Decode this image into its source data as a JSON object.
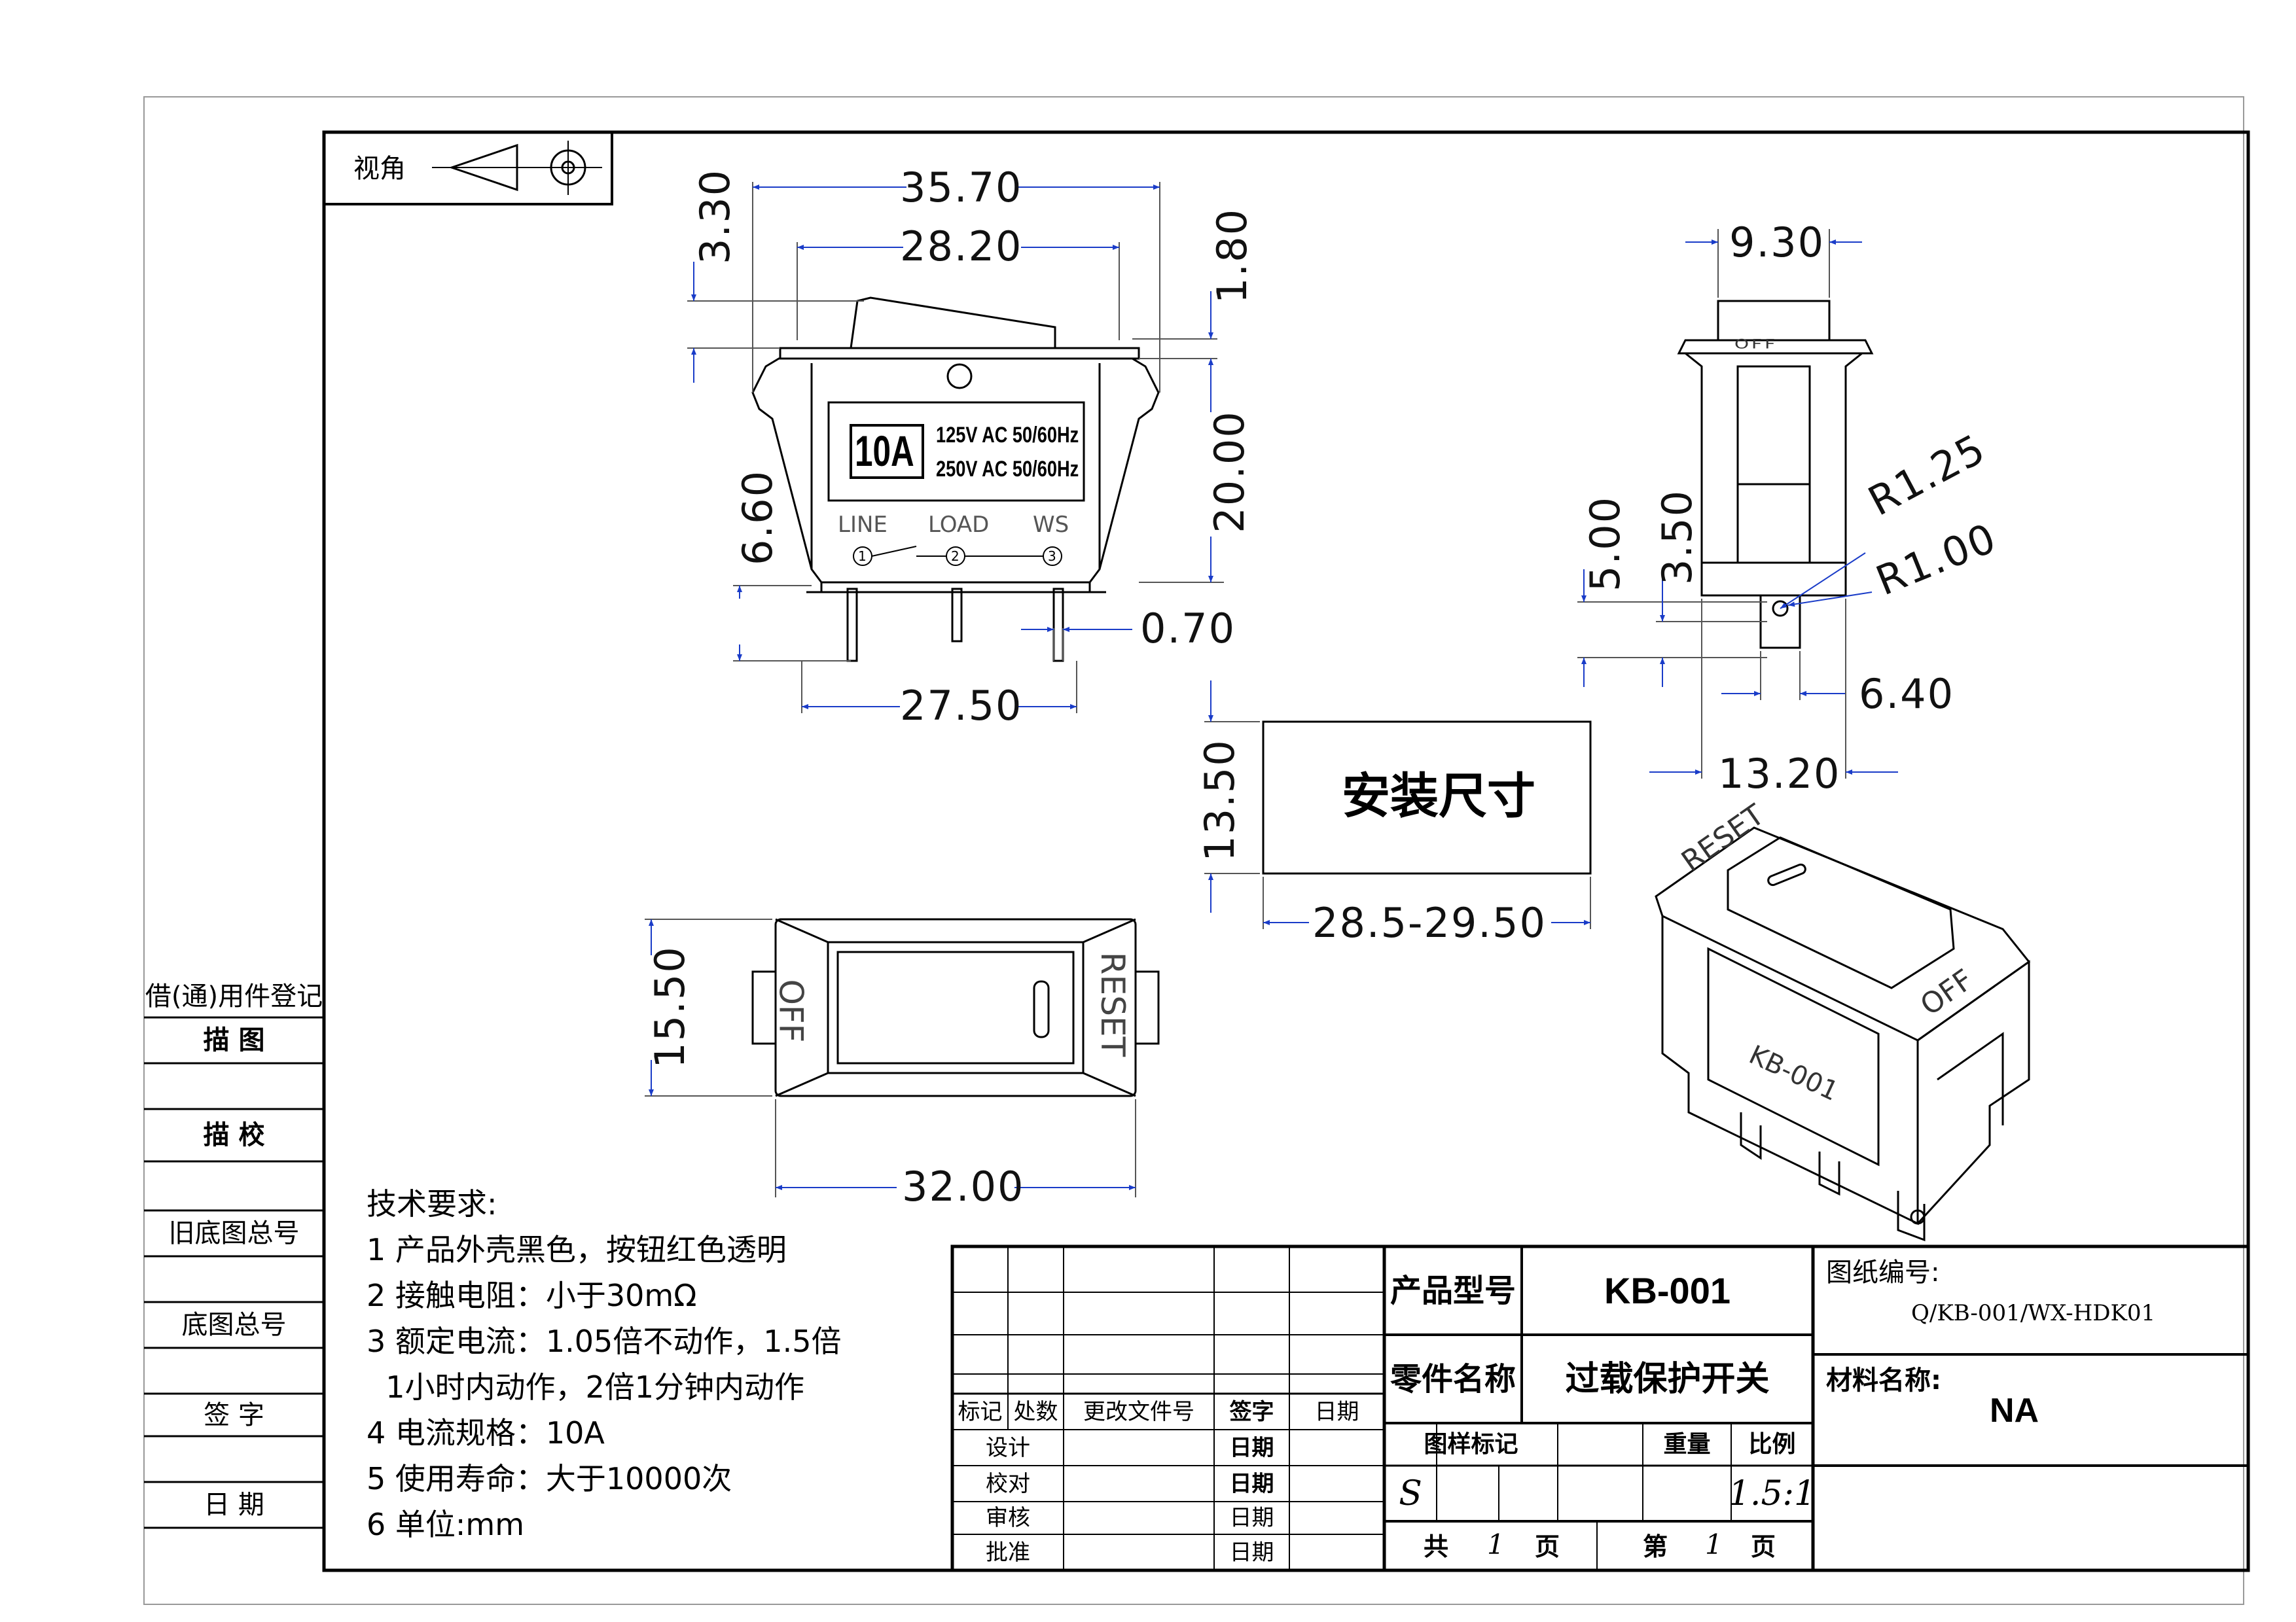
{
  "view_angle": {
    "label": "视角"
  },
  "dimensions": {
    "d35_70": "35.70",
    "d28_20": "28.20",
    "d3_30": "3.30",
    "d1_80": "1.80",
    "d20_00": "20.00",
    "d6_60": "6.60",
    "d0_70": "0.70",
    "d27_50": "27.50",
    "d9_30": "9.30",
    "d5_00": "5.00",
    "d3_50": "3.50",
    "r1_25": "R1.25",
    "r1_00": "R1.00",
    "d6_40": "6.40",
    "d13_20": "13.20",
    "d13_50": "13.50",
    "d28_5": "28.5-29.50",
    "d15_50": "15.50",
    "d32_00": "32.00"
  },
  "front_view": {
    "rating_amp": "10A",
    "rating_line1": "125V AC 50/60Hz",
    "rating_line2": "250V AC 50/60Hz",
    "terminal_line": "LINE",
    "terminal_load": "LOAD",
    "terminal_ws": "WS",
    "t1": "1",
    "t2": "2",
    "t3": "3"
  },
  "side_view": {
    "off_label": "OFF"
  },
  "mounting": {
    "label": "安装尺寸"
  },
  "top_view": {
    "off_label": "OFF",
    "reset_label": "RESET"
  },
  "iso_view": {
    "reset_label": "RESET",
    "off_label": "OFF",
    "model_label": "KB-001"
  },
  "tech_requirements": {
    "title": "技术要求:",
    "items": [
      "1 产品外壳黑色，按钮红色透明",
      "2 接触电阻：小于30mΩ",
      "3 额定电流：1.05倍不动作，1.5倍",
      "  1小时内动作，2倍1分钟内动作",
      "4 电流规格：10A",
      "5 使用寿命：大于10000次",
      "6 单位:mm"
    ]
  },
  "left_register": {
    "title": "借(通)用件登记",
    "row1": "描 图",
    "row2": "描 校",
    "row3": "旧底图总号",
    "row4": "底图总号",
    "row5": "签 字",
    "row6": "日 期"
  },
  "title_block": {
    "rev_headers": [
      "标记",
      "处数",
      "更改文件号",
      "签字",
      "日期"
    ],
    "sign_rows": [
      {
        "role": "设计",
        "date_label": "日期"
      },
      {
        "role": "校对",
        "date_label": "日期"
      },
      {
        "role": "审核",
        "date_label": "日期"
      },
      {
        "role": "批准",
        "date_label": "日期"
      }
    ],
    "product_model_label": "产品型号",
    "product_model_value": "KB-001",
    "part_name_label": "零件名称",
    "part_name_value": "过载保护开关",
    "drawing_no_label": "图纸编号:",
    "drawing_no_value": "Q/KB-001/WX-HDK01",
    "material_label": "材料名称:",
    "material_value": "NA",
    "stage_label": "图样标记",
    "weight_label": "重量",
    "scale_label": "比例",
    "stage_value": "S",
    "scale_value": "1.5:1",
    "total_label_a": "共",
    "total_value": "1",
    "total_label_b": "页",
    "page_label_a": "第",
    "page_value": "1",
    "page_label_b": "页"
  }
}
